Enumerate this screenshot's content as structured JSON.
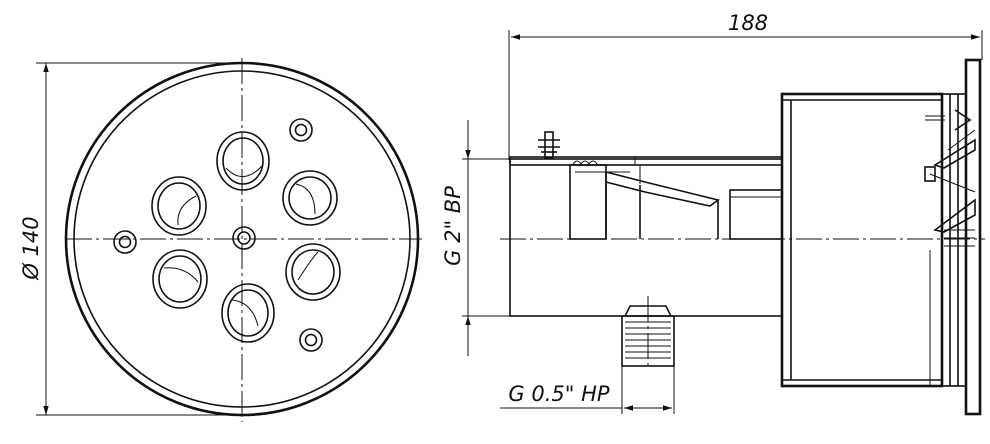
{
  "labels": {
    "diameter": "Ø 140",
    "length": "188",
    "pipe_thread": "G 2\" ВР",
    "nozzle_thread": "G 0.5\" НР"
  }
}
